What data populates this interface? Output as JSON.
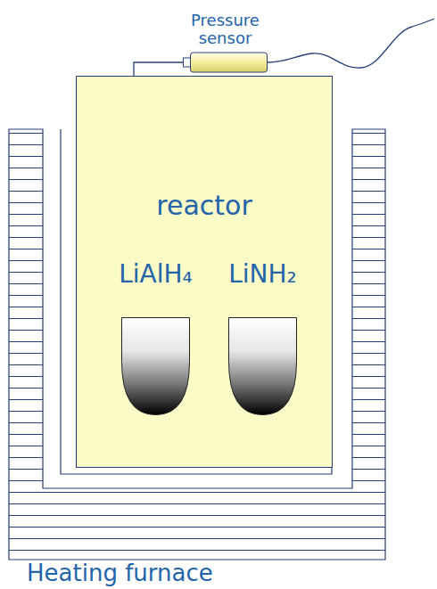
{
  "diagram": {
    "nodes": [
      {
        "text": [
          "Pressure sensor"
        ]
      },
      {
        "text": [
          "Heating furnace"
        ]
      },
      {
        "text": [
          "reactor"
        ],
        "in": 1
      },
      {
        "text": [
          "LiAlH₄"
        ],
        "in": 2
      },
      {
        "text": [
          "LiNH₂"
        ],
        "in": 2
      }
    ],
    "edges": [
      {
        "from": 0,
        "to": 2,
        "arrow": "none"
      }
    ]
  }
}
